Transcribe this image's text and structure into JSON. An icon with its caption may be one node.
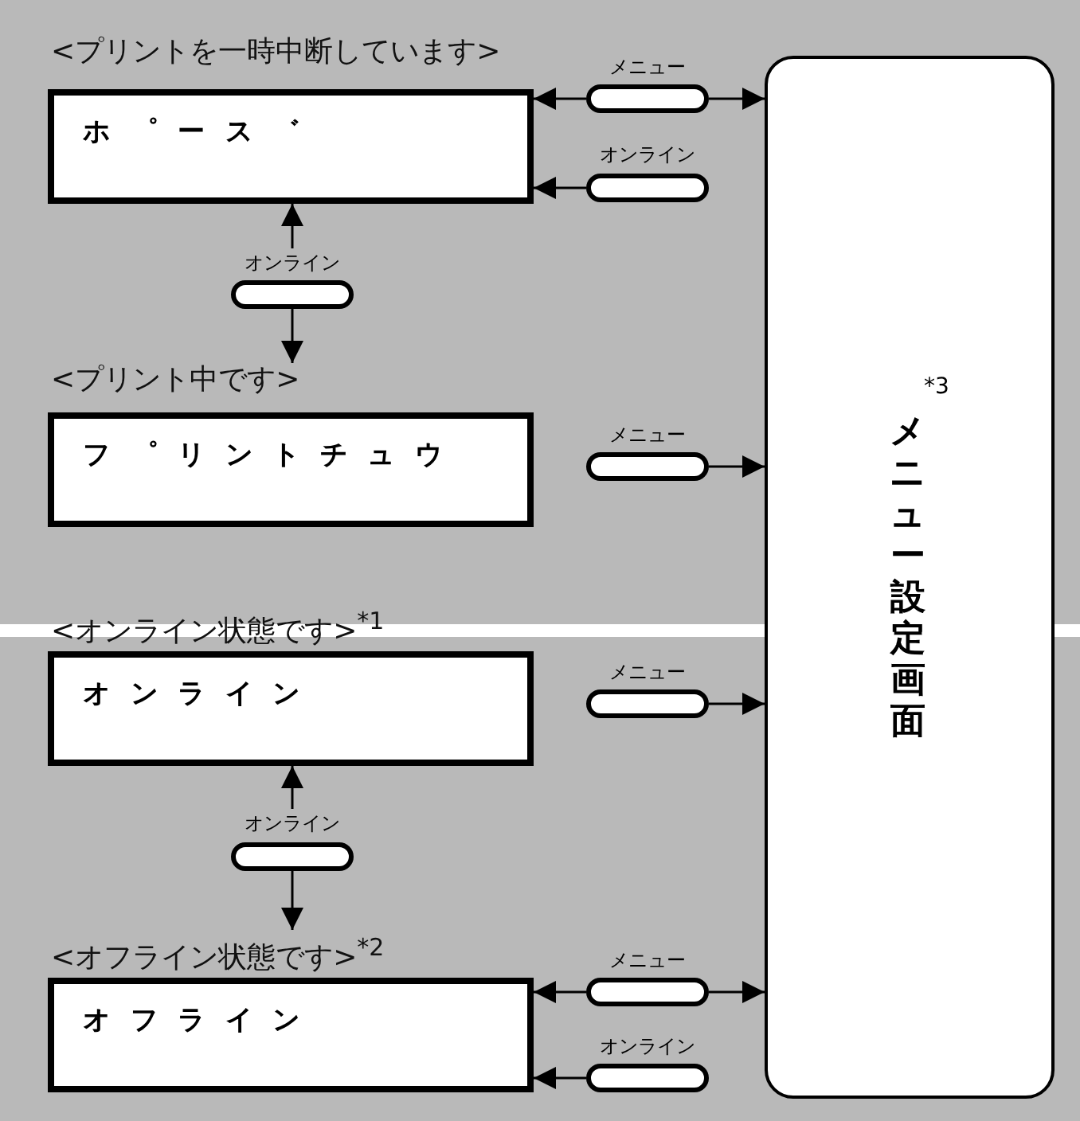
{
  "diagram": {
    "nodes": [
      {
        "text": [
          "<プリントを一時中断しています>",
          "ホ゜ース゛"
        ]
      },
      {
        "text": [
          "メニュー"
        ]
      },
      {
        "text": [
          "オンライン"
        ]
      },
      {
        "text": [
          "オンライン"
        ]
      },
      {
        "text": [
          "<プリント中です>",
          "フ゜リントチュウ"
        ]
      },
      {
        "text": [
          "メニュー"
        ]
      },
      {
        "text": [
          "<オンライン状態です>$^{*1}$",
          "オンライン"
        ]
      },
      {
        "text": [
          "メニュー"
        ]
      },
      {
        "text": [
          "オンライン"
        ]
      },
      {
        "text": [
          "<オフライン状態です>$^{*2}$",
          "オフライン"
        ]
      },
      {
        "text": [
          "メニュー"
        ]
      },
      {
        "text": [
          "オンライン"
        ]
      },
      {
        "text": [
          "*3",
          "メニュー設定画面"
        ]
      }
    ],
    "edges": [
      {
        "from": 1,
        "to": 0,
        "arrow": "to"
      },
      {
        "from": 1,
        "to": 12,
        "arrow": "to"
      },
      {
        "from": 2,
        "to": 0,
        "arrow": "to"
      },
      {
        "from": 3,
        "to": 0,
        "arrow": "to"
      },
      {
        "from": 3,
        "to": 4,
        "arrow": "to"
      },
      {
        "from": 5,
        "to": 12,
        "arrow": "to"
      },
      {
        "from": 7,
        "to": 12,
        "arrow": "to"
      },
      {
        "from": 8,
        "to": 6,
        "arrow": "to"
      },
      {
        "from": 8,
        "to": 9,
        "arrow": "to"
      },
      {
        "from": 10,
        "to": 9,
        "arrow": "to"
      },
      {
        "from": 10,
        "to": 12,
        "arrow": "to"
      },
      {
        "from": 11,
        "to": 9,
        "arrow": "to"
      }
    ]
  }
}
